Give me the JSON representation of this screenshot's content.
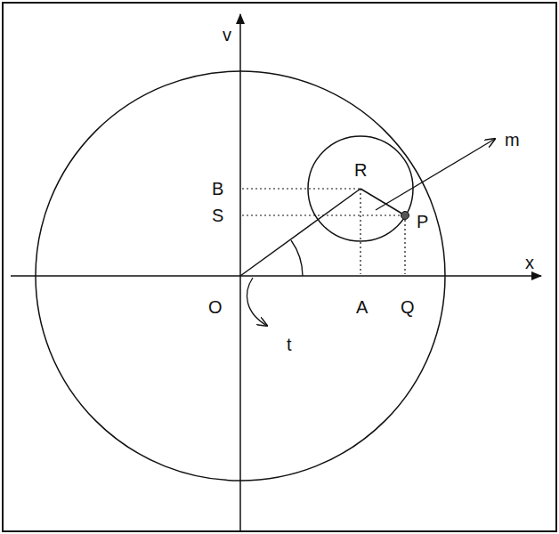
{
  "diagram": {
    "labels": [
      "v",
      "B",
      "R",
      "m",
      "S",
      "P",
      "x",
      "O",
      "A",
      "Q",
      "t"
    ]
  }
}
